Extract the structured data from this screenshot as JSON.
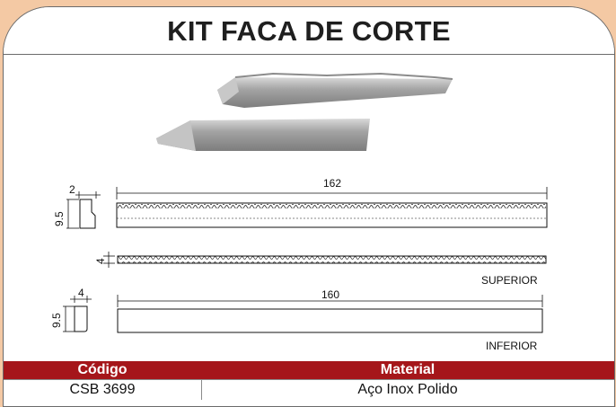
{
  "title": "KIT FACA DE CORTE",
  "drawing": {
    "upper_length": "162",
    "upper_tooth_height": "2",
    "upper_height": "9.5",
    "upper_thickness": "4",
    "upper_label": "SUPERIOR",
    "lower_length": "160",
    "lower_thickness": "4",
    "lower_height": "9.5",
    "lower_label": "INFERIOR"
  },
  "table": {
    "headers": [
      "Código",
      "Material"
    ],
    "row": [
      "CSB 3699",
      "Aço Inox Polido"
    ]
  },
  "colors": {
    "header_band": "#a5161a",
    "background": "#f4c9a4",
    "blade_gray": "#9a9a9a"
  }
}
